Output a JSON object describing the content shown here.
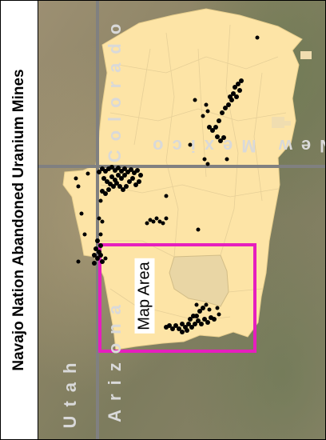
{
  "title": "Navajo Nation Abandoned Uranium Mines",
  "labels": {
    "utah": "Utah",
    "arizona": "Arizona",
    "colorado": "Colorado",
    "new_mexico": "New Mexico",
    "map_area": "Map Area"
  },
  "colors": {
    "reservation": "#fde4a6",
    "state_border": "#808080",
    "map_area_box": "#e61ebe",
    "mine_points": "#000000",
    "label_text": "#d9d9d9"
  }
}
